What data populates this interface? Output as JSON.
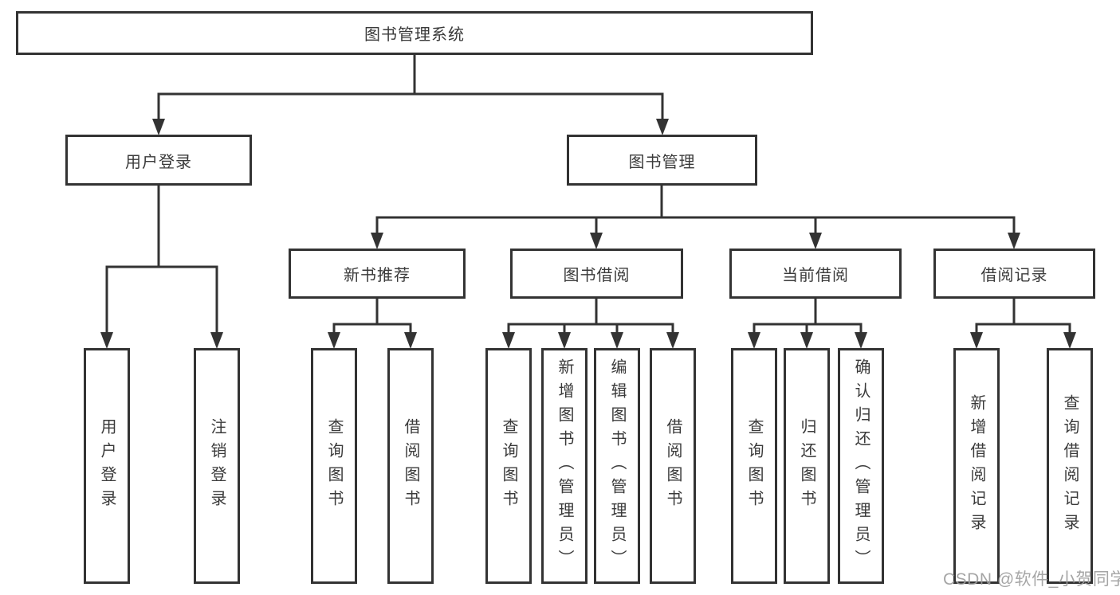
{
  "colors": {
    "line": "#333333",
    "text": "#3a3a3a",
    "watermark": "#9c9c9c",
    "background": "#ffffff"
  },
  "watermark": {
    "text": "CSDN @软件_小贺同学"
  },
  "tree": {
    "root": "图书管理系统",
    "branches": [
      {
        "label": "用户登录",
        "leaves": [
          "用户登录",
          "注销登录"
        ]
      },
      {
        "label": "图书管理",
        "groups": [
          {
            "label": "新书推荐",
            "leaves": [
              "查询图书",
              "借阅图书"
            ]
          },
          {
            "label": "图书借阅",
            "leaves": [
              "查询图书",
              "新增图书（管理员）",
              "编辑图书（管理员）",
              "借阅图书"
            ]
          },
          {
            "label": "当前借阅",
            "leaves": [
              "查询图书",
              "归还图书",
              "确认归还（管理员）"
            ]
          },
          {
            "label": "借阅记录",
            "leaves": [
              "新增借阅记录",
              "查询借阅记录"
            ]
          }
        ]
      }
    ]
  }
}
